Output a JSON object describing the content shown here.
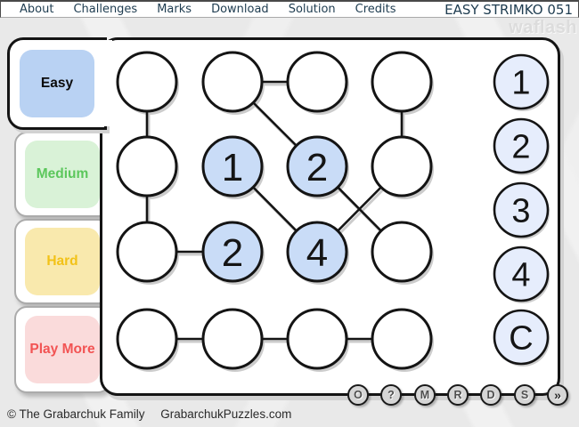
{
  "menu": {
    "items": [
      {
        "label": "About"
      },
      {
        "label": "Challenges"
      },
      {
        "label": "Marks"
      },
      {
        "label": "Download"
      },
      {
        "label": "Solution"
      },
      {
        "label": "Credits"
      }
    ],
    "title": "EASY STRIMKO 051"
  },
  "watermark": "waflash",
  "tabs": [
    {
      "id": "easy",
      "label": "Easy",
      "bg": "#b9d2f3",
      "fg": "#0a0a0a",
      "active": true
    },
    {
      "id": "medium",
      "label": "Medium",
      "bg": "#d9f2d7",
      "fg": "#5cc75c",
      "active": false
    },
    {
      "id": "hard",
      "label": "Hard",
      "bg": "#f9e9ad",
      "fg": "#f2c218",
      "active": false
    },
    {
      "id": "play-more",
      "label": "Play More",
      "bg": "#fadbdb",
      "fg": "#f25353",
      "active": false
    }
  ],
  "puzzle": {
    "size": 4,
    "given": [
      {
        "row": 1,
        "col": 1,
        "value": "1"
      },
      {
        "row": 1,
        "col": 2,
        "value": "2"
      },
      {
        "row": 2,
        "col": 1,
        "value": "2"
      },
      {
        "row": 2,
        "col": 2,
        "value": "4"
      }
    ],
    "links": [
      [
        [
          0,
          0
        ],
        [
          1,
          0
        ]
      ],
      [
        [
          1,
          0
        ],
        [
          2,
          0
        ]
      ],
      [
        [
          2,
          0
        ],
        [
          2,
          1
        ]
      ],
      [
        [
          0,
          1
        ],
        [
          0,
          2
        ]
      ],
      [
        [
          0,
          1
        ],
        [
          1,
          2
        ]
      ],
      [
        [
          1,
          2
        ],
        [
          2,
          3
        ]
      ],
      [
        [
          0,
          3
        ],
        [
          1,
          3
        ]
      ],
      [
        [
          1,
          1
        ],
        [
          2,
          2
        ]
      ],
      [
        [
          2,
          2
        ],
        [
          1,
          3
        ]
      ],
      [
        [
          3,
          0
        ],
        [
          3,
          1
        ]
      ],
      [
        [
          3,
          1
        ],
        [
          3,
          2
        ]
      ],
      [
        [
          3,
          2
        ],
        [
          3,
          3
        ]
      ]
    ],
    "colors": {
      "given_fill": "#c9dcf7",
      "empty_fill": "#ffffff",
      "stroke": "#141414",
      "shadow": "#cccccc"
    }
  },
  "palette": {
    "labels": [
      "1",
      "2",
      "3",
      "4",
      "C"
    ],
    "fill": "#e6edfc"
  },
  "toolbar": {
    "buttons": [
      {
        "label": "O"
      },
      {
        "label": "?"
      },
      {
        "label": "M"
      },
      {
        "label": "R"
      },
      {
        "label": "D"
      },
      {
        "label": "S"
      },
      {
        "label": "»"
      }
    ]
  },
  "footer": {
    "copyright": "© The Grabarchuk Family",
    "site": "GrabarchukPuzzles.com"
  }
}
